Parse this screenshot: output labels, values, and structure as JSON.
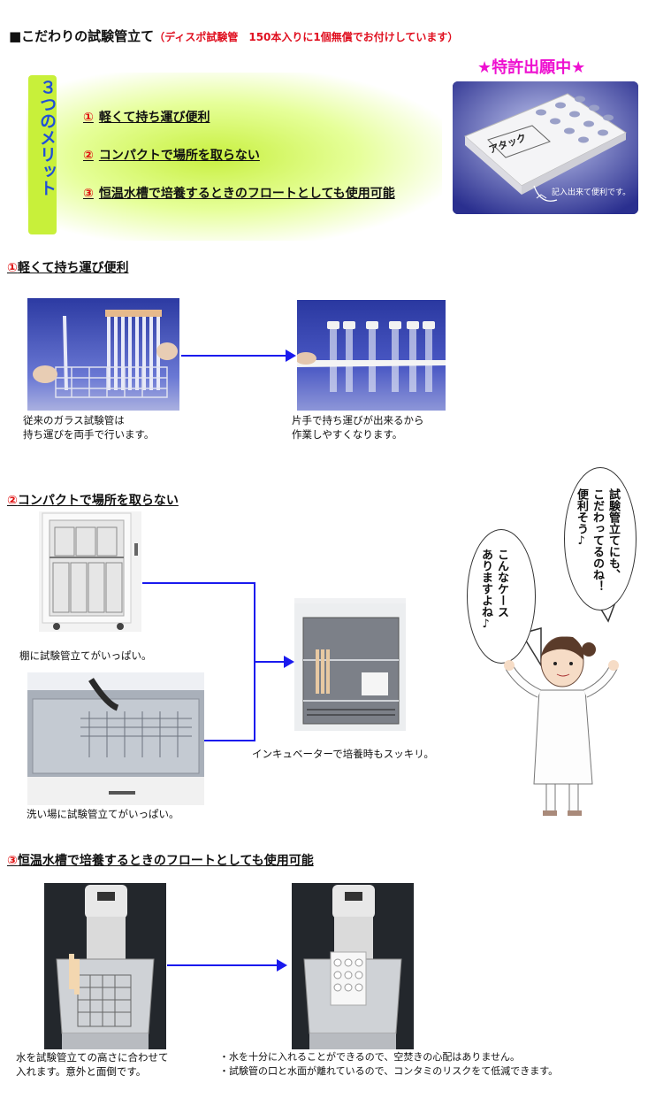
{
  "header": {
    "title": "■こだわりの試験管立て",
    "subtitle": "（ディスポ試験管　150本入りに1個無償でお付けしています）"
  },
  "merits": {
    "vertical_label": "３つのメリット",
    "items": [
      {
        "num": "①",
        "text": "軽くて持ち運び便利"
      },
      {
        "num": "②",
        "text": "コンパクトで場所を取らない"
      },
      {
        "num": "③",
        "text": "恒温水槽で培養するときのフロートとしても使用可能"
      }
    ]
  },
  "patent": {
    "badge": "★特許出願中★",
    "product_label": "アタック",
    "note": "記入出来て便利です。"
  },
  "section1": {
    "title_num": "①",
    "title": "軽くて持ち運び便利",
    "left_caption": [
      "従来のガラス試験管は",
      "持ち運びを両手で行います。"
    ],
    "right_caption": [
      "片手で持ち運びが出来るから",
      "作業しやすくなります。"
    ]
  },
  "section2": {
    "title_num": "②",
    "title": "コンパクトで場所を取らない",
    "caption_shelf": "棚に試験管立てがいっぱい。",
    "caption_sink": "洗い場に試験管立てがいっぱい。",
    "caption_incubator": "インキュベーターで培養時もスッキリ。",
    "bubble_right": "試験管立てにも、\nこだわってるのね！\n便利そう♪",
    "bubble_left": "こんなケース\nありますよね♪"
  },
  "section3": {
    "title_num": "③",
    "title": "恒温水槽で培養するときのフロートとしても使用可能",
    "left_caption": [
      "水を試験管立ての高さに合わせて",
      "入れます。意外と面倒です。"
    ],
    "right_caption": [
      "・水を十分に入れることができるので、空焚きの心配はありません。",
      "・試験管の口と水面が離れているので、コンタミのリスクをて低減できます。"
    ]
  },
  "colors": {
    "accent_blue": "#1a4ae0",
    "accent_red": "#e01010",
    "patent_pink": "#ee10d0",
    "merit_green": "#c8f03a"
  }
}
